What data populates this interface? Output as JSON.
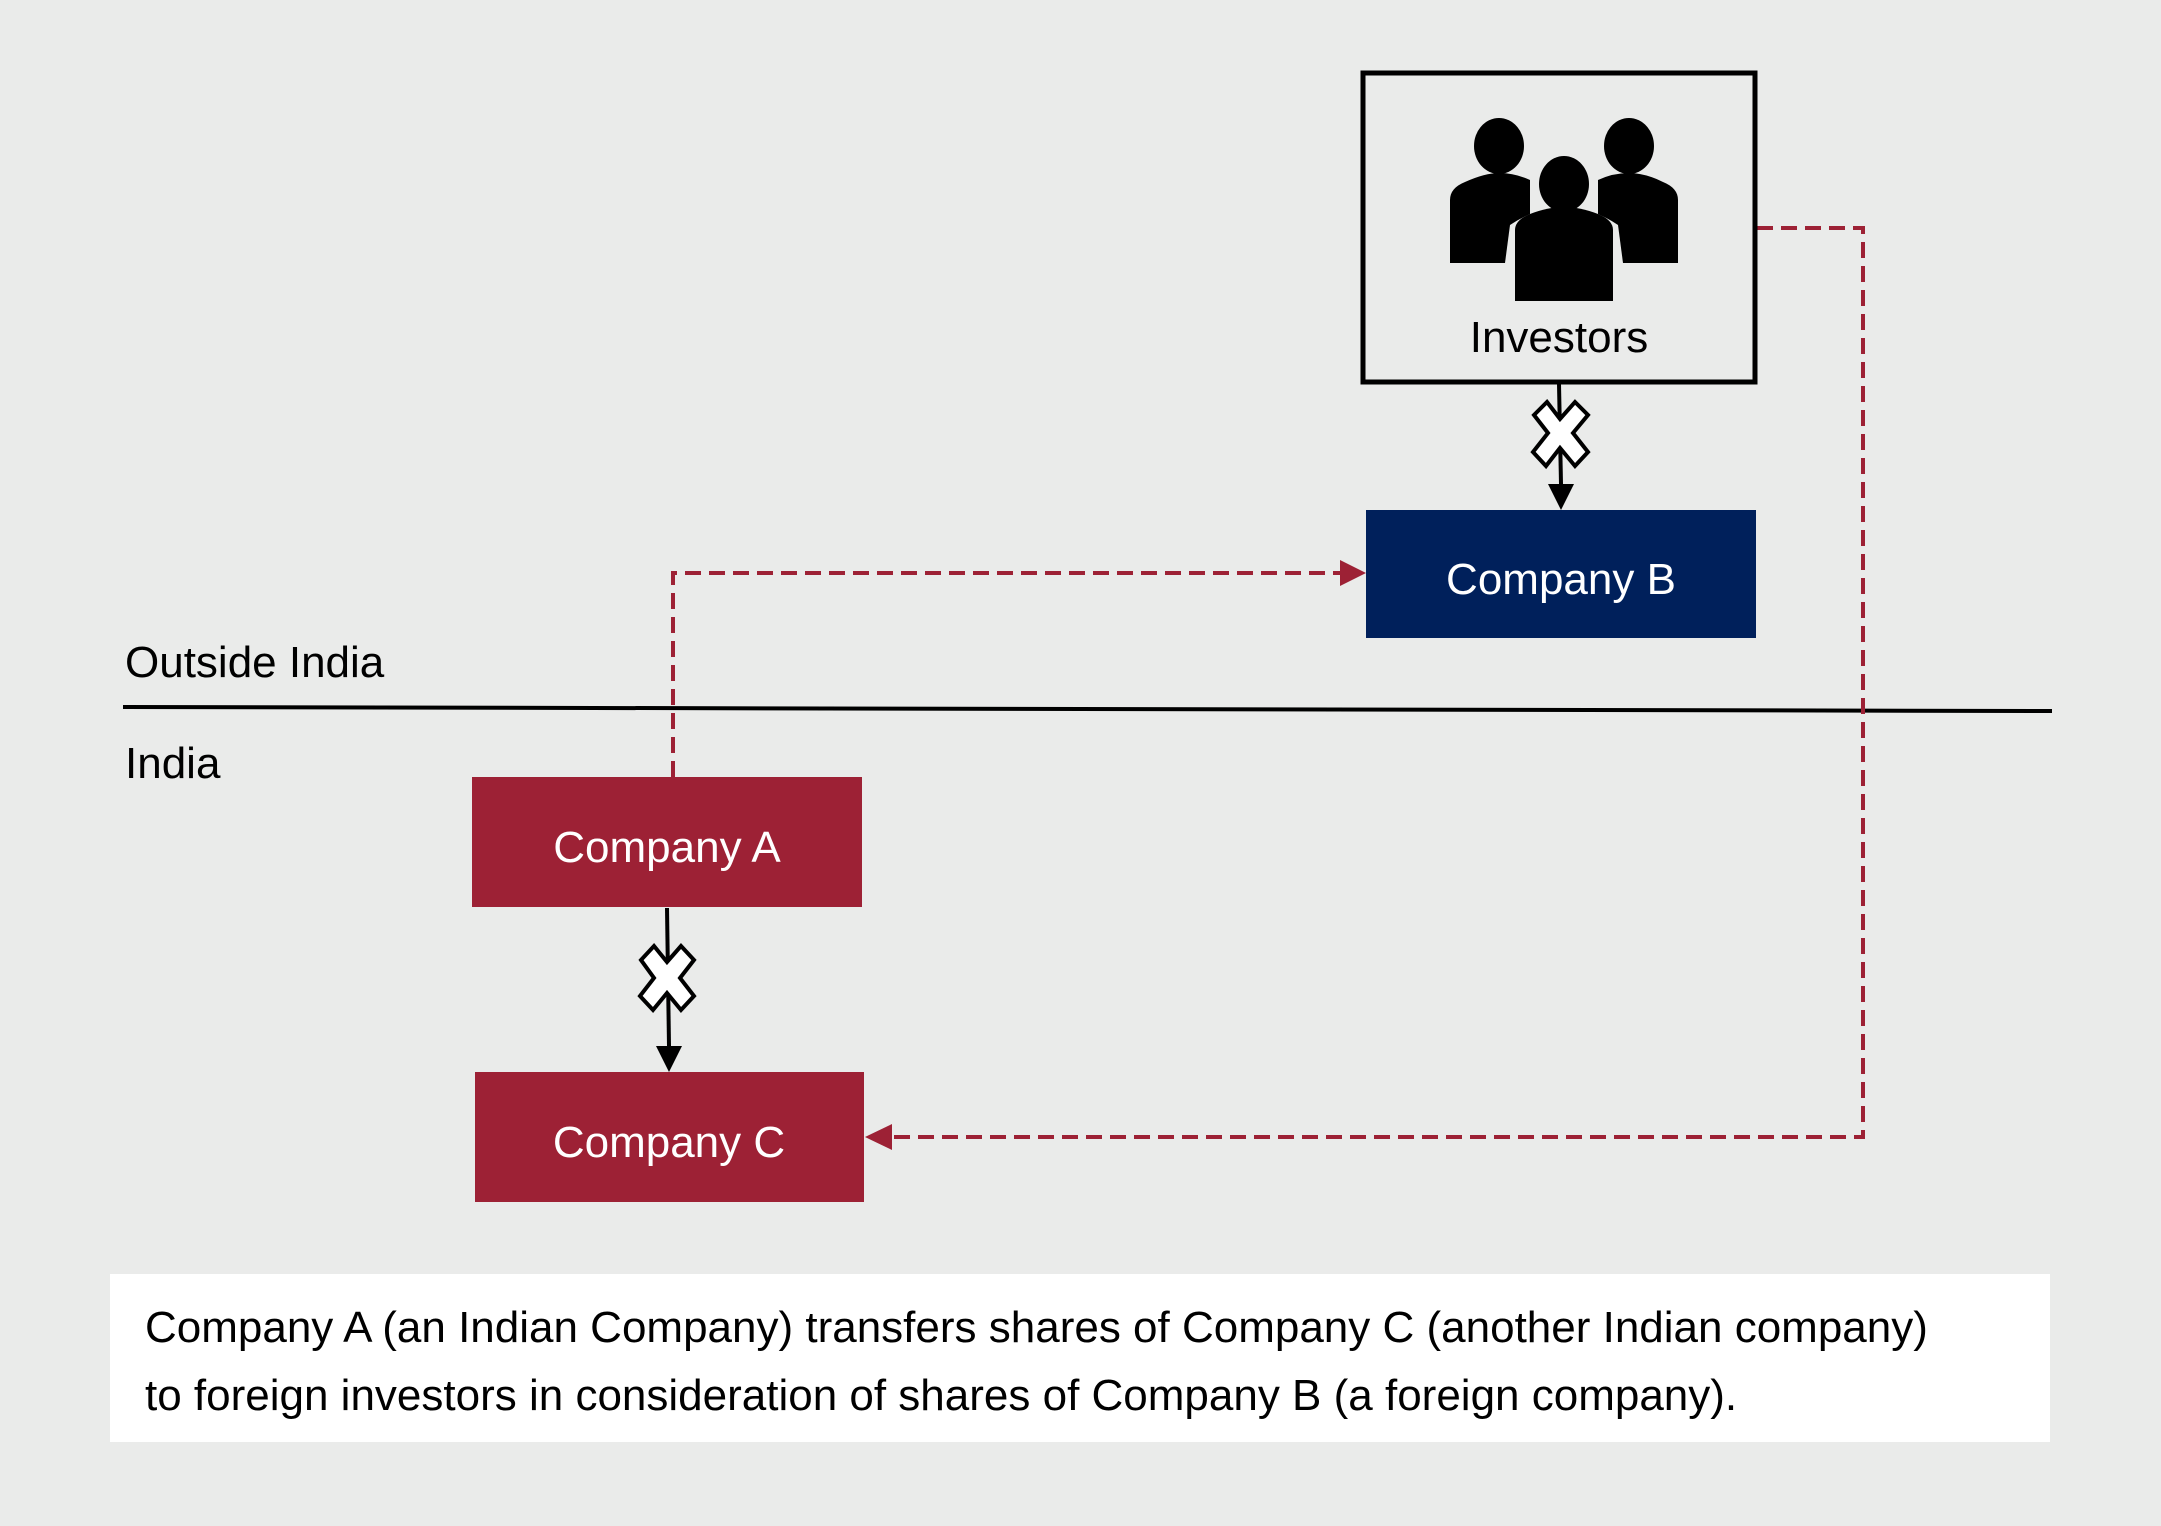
{
  "colors": {
    "background": "#EAEBEA",
    "indian_company": "#9D2135",
    "foreign_company": "#00205B",
    "flow_line": "#9D2135",
    "border": "#000000",
    "caption_bg": "#FFFFFF"
  },
  "regions": {
    "outside_label": "Outside India",
    "inside_label": "India"
  },
  "nodes": {
    "investors": {
      "label": "Investors",
      "icon": "people-group-icon"
    },
    "company_a": {
      "label": "Company A",
      "region": "India"
    },
    "company_b": {
      "label": "Company B",
      "region": "Outside India"
    },
    "company_c": {
      "label": "Company C",
      "region": "India"
    }
  },
  "edges": [
    {
      "from": "Investors",
      "to": "Company B",
      "style": "solid",
      "blocked": true
    },
    {
      "from": "Company A",
      "to": "Company C",
      "style": "solid",
      "blocked": true
    },
    {
      "from": "Company A",
      "to": "Company B",
      "style": "dashed",
      "blocked": false
    },
    {
      "from": "Investors",
      "to": "Company C",
      "style": "dashed",
      "blocked": false
    }
  ],
  "caption": {
    "line1": "Company A (an Indian Company) transfers shares of Company C (another Indian company)",
    "line2": "to foreign investors in consideration of shares of Company B (a foreign company)."
  }
}
